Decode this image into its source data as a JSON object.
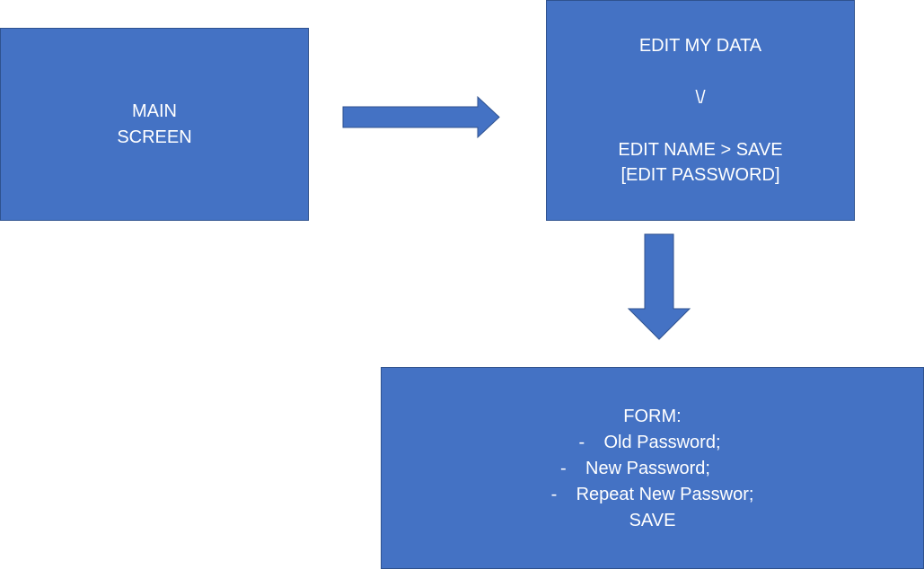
{
  "colors": {
    "box_fill": "#4472C4",
    "box_border": "#2F528F",
    "text": "#FFFFFF",
    "background": "#FFFFFF"
  },
  "main_screen": {
    "line1": "MAIN",
    "line2": "SCREEN"
  },
  "edit_my_data": {
    "title": "EDIT MY DATA",
    "glyph": "\\/",
    "line1": "EDIT NAME > SAVE",
    "line2": "[EDIT PASSWORD]"
  },
  "form": {
    "title": "FORM:",
    "bullet": "-",
    "items": [
      "Old Password;",
      "New Password;",
      "Repeat New Passwor;"
    ],
    "save": "SAVE"
  },
  "connectors": [
    {
      "from": "main_screen",
      "to": "edit_my_data",
      "direction": "right"
    },
    {
      "from": "edit_my_data",
      "to": "form",
      "direction": "down"
    }
  ]
}
